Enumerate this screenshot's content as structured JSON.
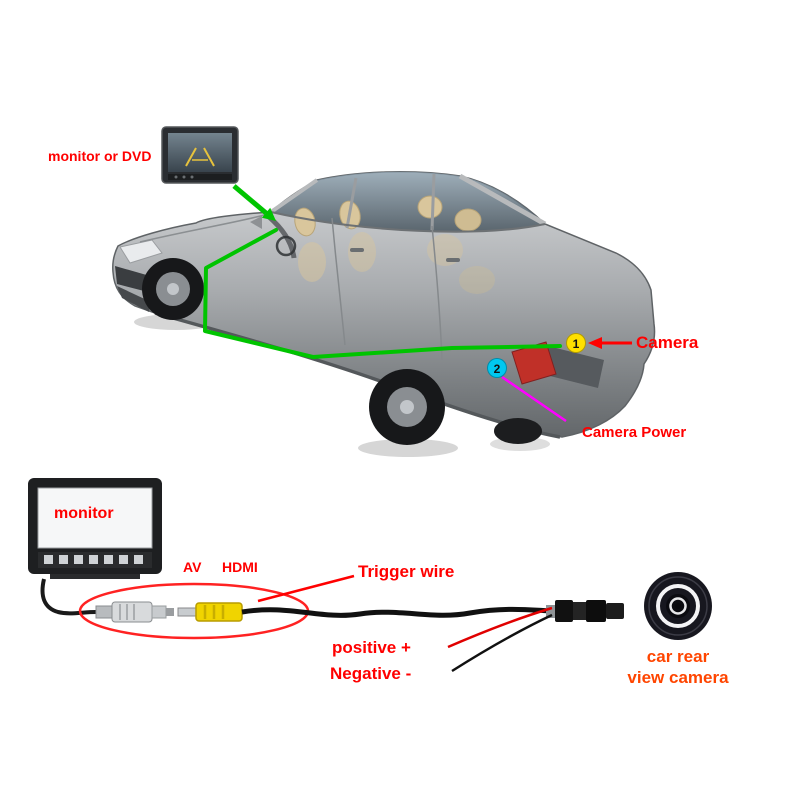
{
  "diagram": {
    "labels": {
      "monitor_or_dvd": "monitor or DVD",
      "camera": "Camera",
      "camera_power": "Camera Power",
      "marker_1": "1",
      "marker_2": "2",
      "monitor": "monitor",
      "av": "AV",
      "hdmi": "HDMI",
      "trigger_wire": "Trigger wire",
      "positive": "positive +",
      "negative": "Negative -",
      "camera_caption_1": "car rear",
      "camera_caption_2": "view camera"
    },
    "colors": {
      "label_red": "#ff0000",
      "caption_orange": "#ff4500",
      "wire_green": "#00c400",
      "marker1_fill": "#ffe000",
      "marker2_fill": "#00c8f0",
      "power_line_magenta": "#ff00ff",
      "highlight_ellipse_red": "#ff2222",
      "rca_yellow": "#f0d400",
      "car_body_gray": "#a8abae"
    }
  }
}
